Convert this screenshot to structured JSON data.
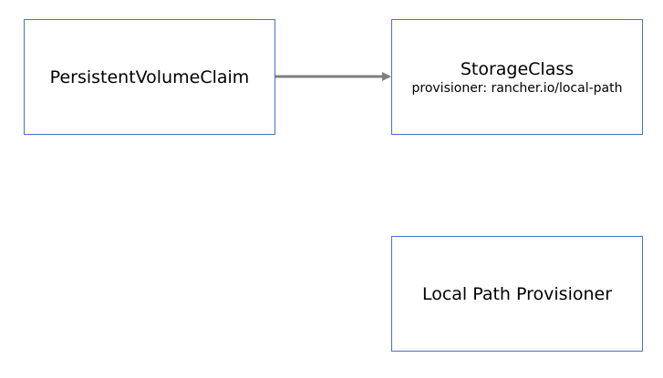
{
  "nodes": {
    "pvc": {
      "label": "PersistentVolumeClaim"
    },
    "storage_class": {
      "label": "StorageClass",
      "sublabel": "provisioner: rancher.io/local-path"
    },
    "provisioner": {
      "label": "Local Path Provisioner"
    }
  },
  "edges": [
    {
      "from": "pvc",
      "to": "storage_class"
    }
  ],
  "colors": {
    "box_border": "#4472c4",
    "arrow": "#7f7f7f",
    "text": "#000000"
  }
}
